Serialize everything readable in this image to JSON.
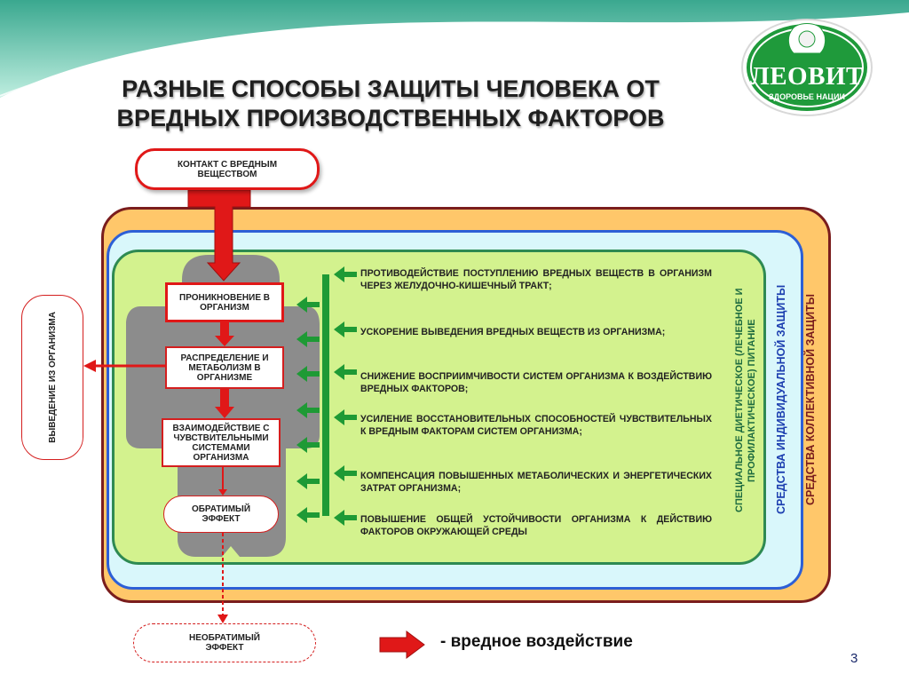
{
  "title_line1": "РАЗНЫЕ СПОСОБЫ ЗАЩИТЫ ЧЕЛОВЕКА ОТ",
  "title_line2": "ВРЕДНЫХ ПРОИЗВОДСТВЕННЫХ ФАКТОРОВ",
  "logo": {
    "name": "ЛЕОВИТ",
    "tagline": "ЗДОРОВЬЕ НАЦИИ"
  },
  "boxes": {
    "contact": "КОНТАКТ С ВРЕДНЫМ ВЕЩЕСТВОМ",
    "penetration": "ПРОНИКНОВЕНИЕ В ОРГАНИЗМ",
    "distribution": "РАСПРЕДЕЛЕНИЕ И МЕТАБОЛИЗМ В ОРГАНИЗМЕ",
    "interaction": "ВЗАИМОДЕЙСТВИЕ С ЧУВСТВИТЕЛЬНЫМИ СИСТЕМАМИ ОРГАНИЗМА",
    "reversible": "ОБРАТИМЫЙ ЭФФЕКТ",
    "irreversible": "НЕОБРАТИМЫЙ ЭФФЕКТ",
    "excretion": "ВЫВЕДЕНИЕ ИЗ ОРГАНИЗМА"
  },
  "side_labels": {
    "collective": "СРЕДСТВА КОЛЛЕКТИВНОЙ ЗАЩИТЫ",
    "individual": "СРЕДСТВА ИНДИВИДУАЛЬНОЙ ЗАЩИТЫ",
    "diet": "СПЕЦИАЛЬНОЕ ДИЕТИЧЕСКОЕ (ЛЕЧЕБНОЕ И ПРОФИЛАКТИЧЕСКОЕ) ПИТАНИЕ"
  },
  "items": [
    "ПРОТИВОДЕЙСТВИЕ ПОСТУПЛЕНИЮ ВРЕДНЫХ ВЕЩЕСТВ В ОРГАНИЗМ ЧЕРЕЗ ЖЕЛУДОЧНО-КИШЕЧНЫЙ ТРАКТ;",
    "УСКОРЕНИЕ ВЫВЕДЕНИЯ ВРЕДНЫХ ВЕЩЕСТВ ИЗ ОРГАНИЗМА;",
    "СНИЖЕНИЕ ВОСПРИИМЧИВОСТИ СИСТЕМ ОРГАНИЗМА К ВОЗДЕЙСТВИЮ ВРЕДНЫХ ФАКТОРОВ;",
    "УСИЛЕНИЕ ВОССТАНОВИТЕЛЬНЫХ СПОСОБНОСТЕЙ ЧУВСТВИТЕЛЬНЫХ К ВРЕДНЫМ ФАКТОРАМ СИСТЕМ ОРГАНИЗМА;",
    "КОМПЕНСАЦИЯ ПОВЫШЕННЫХ МЕТАБОЛИЧЕСКИХ И ЭНЕРГЕТИЧЕСКИХ ЗАТРАТ ОРГАНИЗМА;",
    "ПОВЫШЕНИЕ ОБЩЕЙ УСТОЙЧИВОСТИ ОРГАНИЗМА К ДЕЙСТВИЮ ФАКТОРОВ ОКРУЖАЮЩЕЙ СРЕДЫ"
  ],
  "legend": "- вредное воздействие",
  "page_number": "3",
  "colors": {
    "harm": "#e01818",
    "outer": "#ffc76a",
    "middle": "#d9f7fb",
    "inner": "#d3f28e",
    "green": "#1e9a35"
  }
}
